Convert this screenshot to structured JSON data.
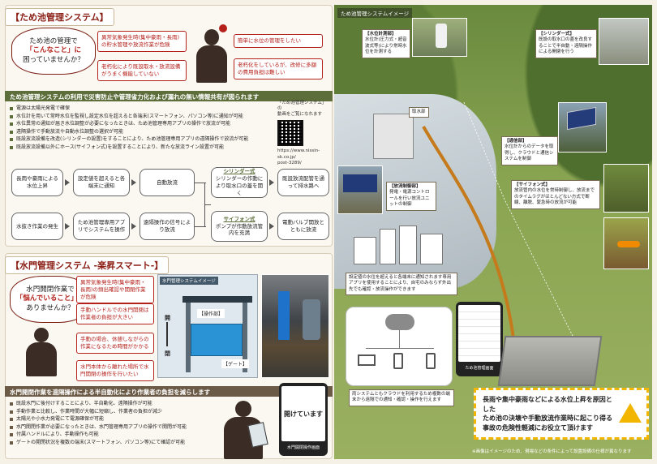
{
  "tameike": {
    "title": "【ため池管理システム】",
    "speech_l1": "ため池の管理で",
    "speech_l2": "「こんなこと」に",
    "speech_l3": "困っていませんか？",
    "worries": [
      "異常気象発生時(集中豪雨・長雨)の貯水管理や放流作業が危険",
      "簡単に水位の管理をしたい",
      "老朽化により既設取水・放流設備がうまく機能していない",
      "老朽化をしているが、改修に多額の費用負担は難しい"
    ],
    "benefit_band": "ため池管理システムの利用で災害防止や管理省力化および漏れの無い情報共有が図られます",
    "bullets": [
      "電源は太陽光発電で確保",
      "水位計を用いて常時水位を監視し設定水位を超えると各端末(スマートフォン、パソコン等)に通知が可能",
      "水位異常の通知が届き水位調整が必要になったときは、ため池管理専用アプリの操作で放流が可能",
      "遠隔操作で手動放流や自動水位調整の選択が可能",
      "既設放流設備を改造(シリンダーの設置)をすることにより、ため池管理専用アプリの遠隔操作で放流が可能",
      "既設放流設備以外にホース(サイフォン式)を設置することにより、新たな放流ライン設置が可能"
    ],
    "qr_l1": "「ため池管理システム」の",
    "qr_l2": "動画をご覧になれます",
    "qr_url1": "https://www.nissin-sk.co.jp/",
    "qr_url2": "post-3289/",
    "flow": {
      "rain": "長雨や豪雨による水位上昇",
      "notify": "設定値を超えると各端末に通知",
      "auto": "自動放流",
      "cyl_title": "シリンダー式",
      "cyl_body": "シリンダーの作動により取水口の蓋を開く",
      "existing": "既設放流配管を通って排水路へ",
      "adjust": "水抜き作業の発生",
      "app": "ため池管理専用アプリでシステムを操作",
      "remote": "遠隔操作の信号により放流",
      "siph_title": "サイフォン式",
      "siph_body": "ポンプが作動放流管内を充満",
      "valve": "電動バルブ開放とともに放流"
    }
  },
  "suimon": {
    "title": "【水門管理システム -楽昇スマート-】",
    "speech_l1": "水門開閉作業で",
    "speech_l2": "「悩んでいること」は",
    "speech_l3": "ありませんか？",
    "worries": [
      "異常気象発生時(集中豪雨・長雨)の頻出確認や開閉作業が危険",
      "手動ハンドルでの水門開閉は作業者の負担が大きい",
      "手動の場合、休憩しながらの作業になるため時間がかかる",
      "水門本体から離れた場所で水門開閉の操作を行いたい"
    ],
    "image_title": "水門管理システムイメージ",
    "open_label": "開",
    "close_label": "閉",
    "frame_label": "【操作部】",
    "gate_label": "【ゲート】",
    "benefit_band": "水門開閉作業を遠隔操作による半自動化により作業者の負担を減らします",
    "bullets": [
      "既設水門に後付けすることにより、半自動化、遠隔操作が可能",
      "手動作業と比較し、作業時間が大幅に短縮し、作業者の負担が減少",
      "太陽光や小水力発電にて電源確保が可能",
      "水門開閉作業が必要になったときは、水門管理専用アプリの操作で開閉が可能",
      "付属ハンドルにより、手動操作も可能",
      "ゲートの開閉状況を複数の端末(スマートフォン、パソコン等)にて確認が可能"
    ],
    "phone_title": "開けています",
    "phone_caption": "水門開閉操作画面"
  },
  "image": {
    "title": "ため池管理システムイメージ",
    "callouts": {
      "water_gauge_t": "【水位計測部】",
      "water_gauge_b": "水位計(圧力式・超音波式等)により常時水位を計測する",
      "cylinder_t": "【シリンダー式】",
      "cylinder_b": "既設の取水口の蓋を改良することで半自動・遠隔操作による開閉を行う",
      "intake": "取水部",
      "comm_t": "【通信部】",
      "comm_b": "水位計からのデータを取得し、クラウドと通信システムを制御",
      "ctrl_t": "【放流制御部】",
      "ctrl_b": "発電・電源コントロールを行い放流ユニットの制御",
      "siphon_t": "【サイフォン式】",
      "siphon_b": "放流管内の水位を常時制御し、放流までのタイムラグがほとんどない方式で断線、離脱、緊急時の放流が可能",
      "notify": "設定値の水位を超えると各端末に通知されます専用アプリを使用することにより、自宅のみならず外出先でも確認・放流操作ができます",
      "cloud": "両システムともクラウドを利用するため複数の端末から遠隔での通知・確認・操作を行えます",
      "app_caption": "ため池管理画面"
    },
    "warn_l1": "長雨や集中豪雨などによる水位上昇を原因とした",
    "warn_l2": "ため池の決壊や手動放流作業時に起こり得る",
    "warn_l3": "事故の危険性軽減にお役立て頂けます",
    "footnote": "※画像はイメージのため、現場などの条件によって設置設備の仕様が異なります"
  }
}
